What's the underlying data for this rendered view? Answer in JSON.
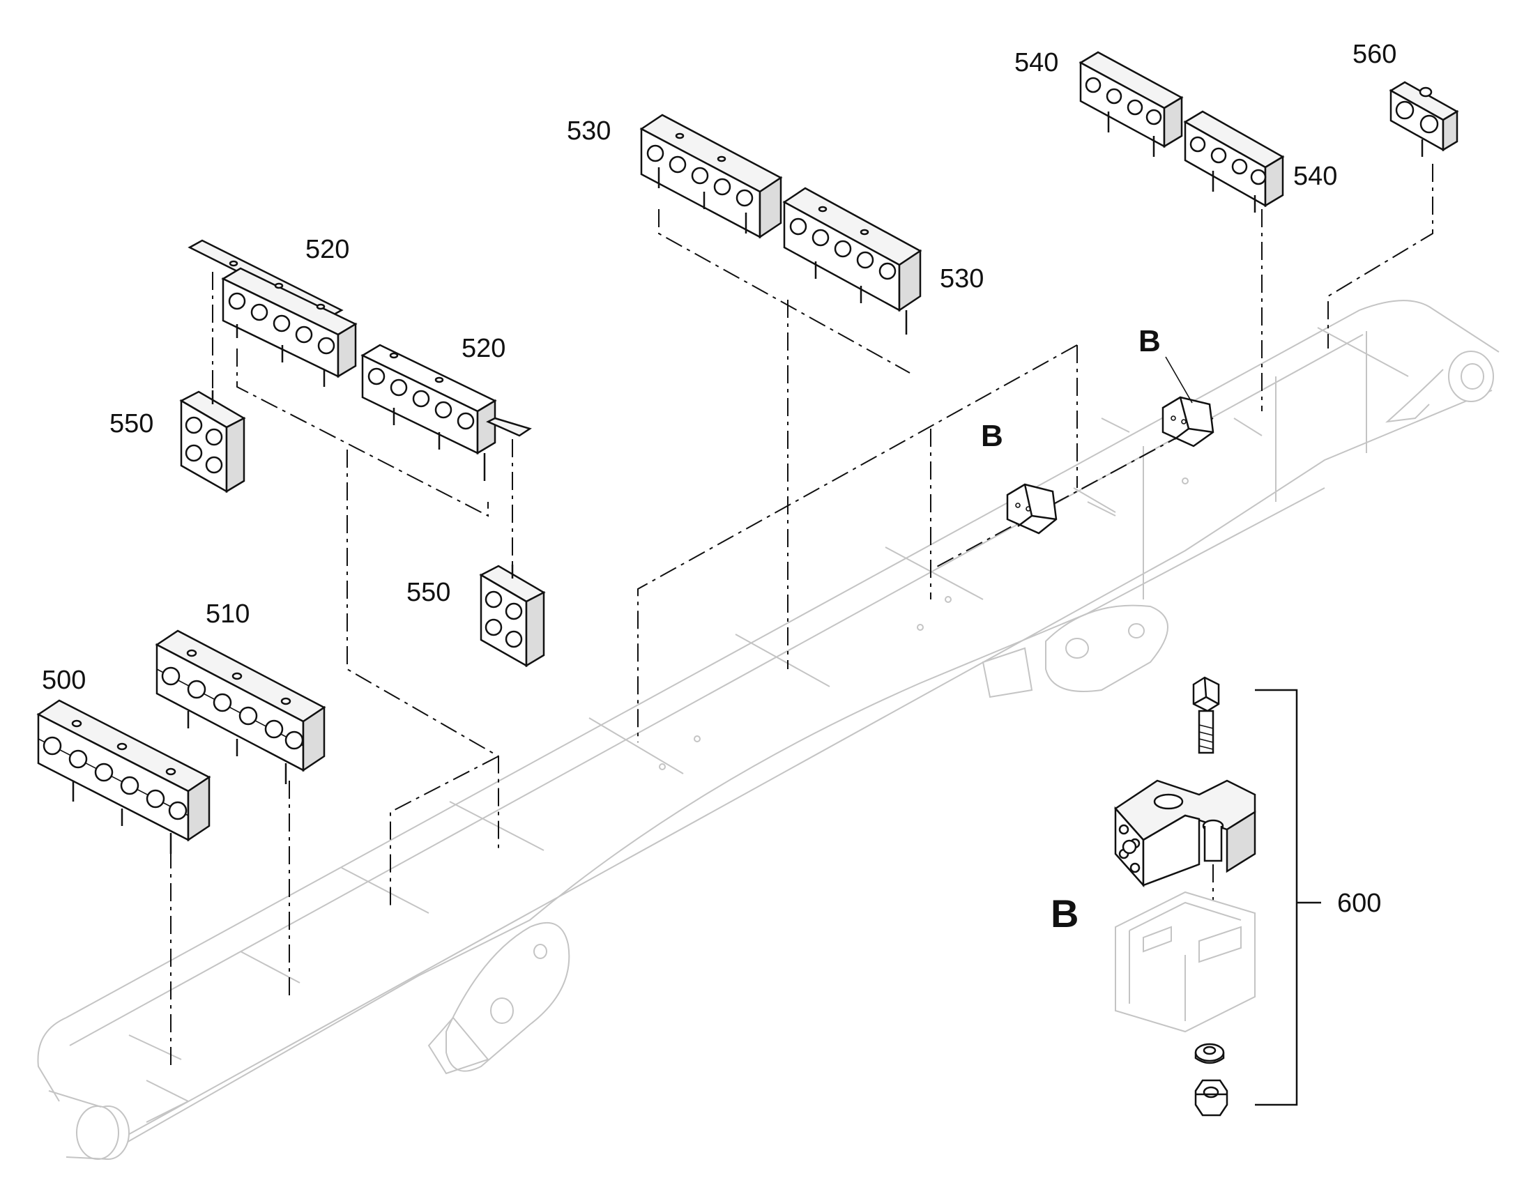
{
  "callouts": {
    "c500": "500",
    "c510": "510",
    "c520a": "520",
    "c520b": "520",
    "c530a": "530",
    "c530b": "530",
    "c540a": "540",
    "c540b": "540",
    "c550a": "550",
    "c550b": "550",
    "c560": "560",
    "c600": "600"
  },
  "detail_marks": {
    "b1": "B",
    "b2": "B",
    "b3": "B"
  }
}
